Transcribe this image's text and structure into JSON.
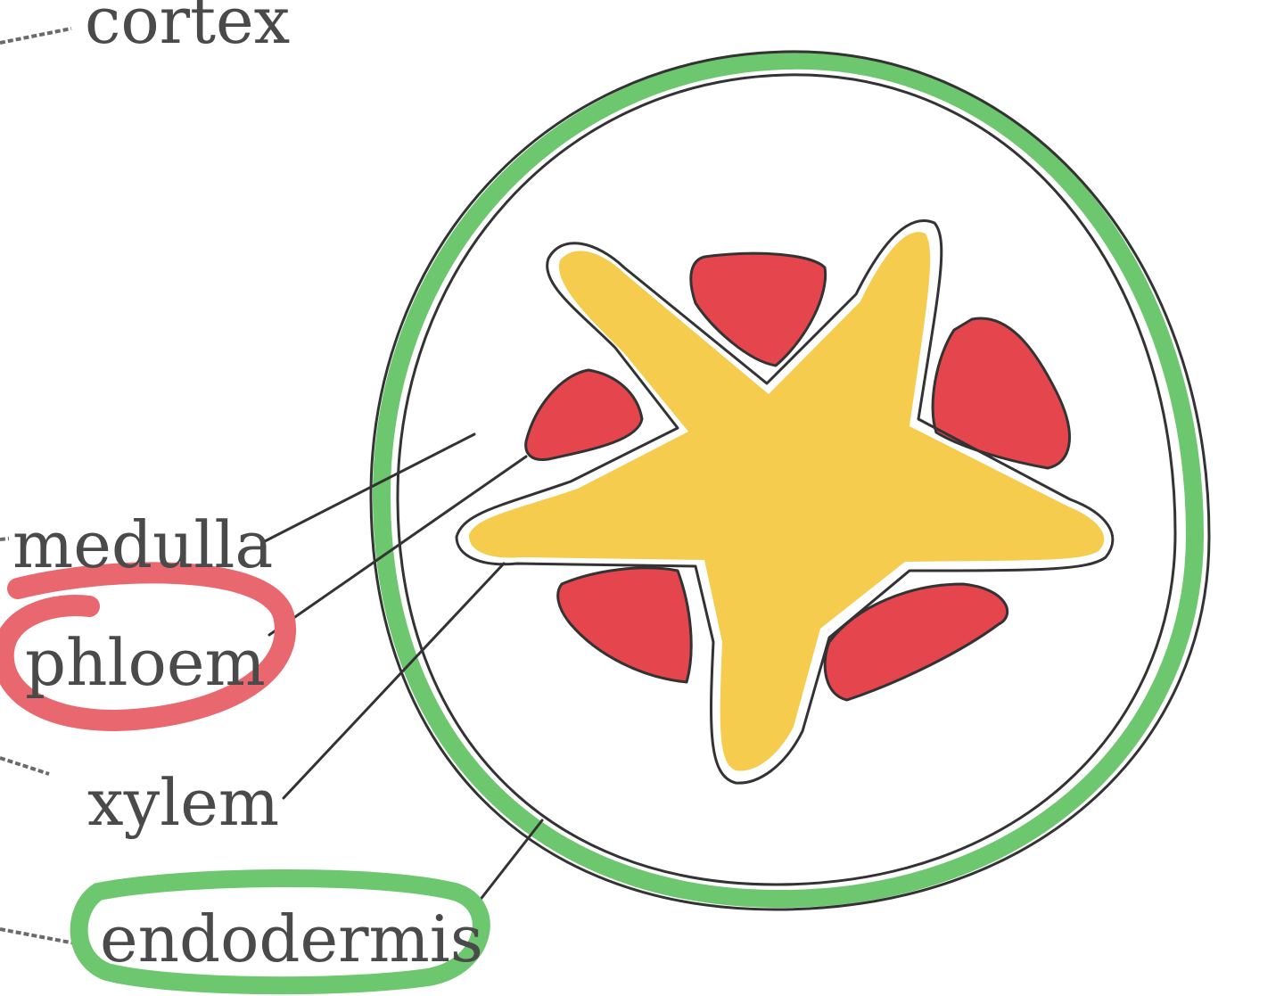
{
  "labels": {
    "cortex": "cortex",
    "medulla": "medulla",
    "phloem": "phloem",
    "xylem": "xylem",
    "endodermis": "endodermis"
  },
  "colors": {
    "phloem": "#e5454c",
    "xylem": "#f5cc4e",
    "endodermis": "#6cc76e",
    "phloem_highlight": "#e9676e",
    "endodermis_highlight": "#6cc76e",
    "outline": "#333333",
    "text": "#4a4a4a"
  },
  "highlighted_labels": [
    "phloem",
    "endodermis"
  ]
}
